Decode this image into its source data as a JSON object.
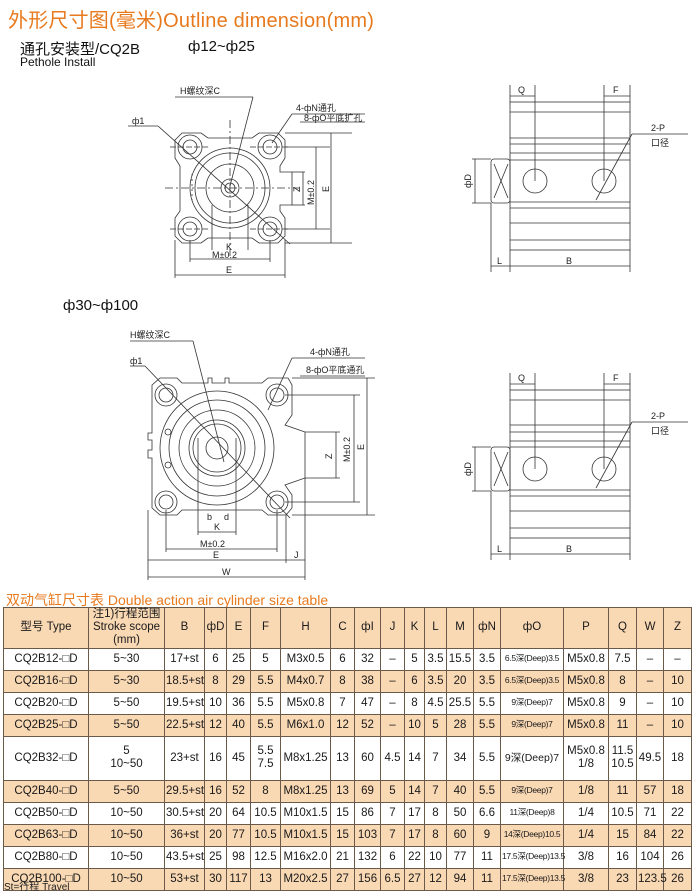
{
  "header": {
    "title": "外形尺寸图(毫米)Outline dimension(mm)",
    "install_type": "通孔安装型/CQ2B",
    "install_type_en": "Pethole Install",
    "range_small": "ф12~ф25",
    "range_large": "ф30~ф100"
  },
  "drawing_small_front": {
    "label_thread": "H螺纹深C",
    "label_holes": "4-фN通孔",
    "label_counterbore": "8-фO平底扩孔",
    "label_phi1": "ф1",
    "dim_k": "K",
    "dim_m": "M±0.2",
    "dim_e": "E",
    "dim_z": "Z"
  },
  "drawing_small_side": {
    "dim_q": "Q",
    "dim_f": "F",
    "dim_d": "фD",
    "dim_l": "L",
    "dim_b": "B",
    "port_label": "2-P",
    "port_caption": "口径"
  },
  "drawing_large_front": {
    "label_thread": "H螺纹深C",
    "label_holes": "4-фN通孔",
    "label_counterbore": "8-фO平底通孔",
    "label_phi1": "ф1",
    "dim_b": "b",
    "dim_d": "d",
    "dim_k": "K",
    "dim_m": "M±0.2",
    "dim_e": "E",
    "dim_w": "W",
    "dim_j": "J",
    "dim_z": "Z"
  },
  "drawing_large_side": {
    "dim_q": "Q",
    "dim_f": "F",
    "dim_d": "фD",
    "dim_l": "L",
    "dim_b": "B",
    "port_label": "2-P",
    "port_caption": "口径"
  },
  "table": {
    "title": "双动气缸尺寸表 Double action air cylinder size table",
    "header_type": "型号 Type",
    "header_stroke_cn": "注1)行程范围",
    "header_stroke_en": "Stroke scope",
    "header_stroke_unit": "(mm)",
    "columns": [
      "B",
      "фD",
      "E",
      "F",
      "H",
      "C",
      "фI",
      "J",
      "K",
      "L",
      "M",
      "фN",
      "фO",
      "P",
      "Q",
      "W",
      "Z"
    ],
    "rows": [
      [
        "CQ2B12-□D",
        "5~30",
        "17+st",
        "6",
        "25",
        "5",
        "M3x0.5",
        "6",
        "32",
        "–",
        "5",
        "3.5",
        "15.5",
        "3.5",
        "6.5深(Deep)3.5",
        "M5x0.8",
        "7.5",
        "–",
        "–"
      ],
      [
        "CQ2B16-□D",
        "5~30",
        "18.5+st",
        "8",
        "29",
        "5.5",
        "M4x0.7",
        "8",
        "38",
        "–",
        "6",
        "3.5",
        "20",
        "3.5",
        "6.5深(Deep)3.5",
        "M5x0.8",
        "8",
        "–",
        "10"
      ],
      [
        "CQ2B20-□D",
        "5~50",
        "19.5+st",
        "10",
        "36",
        "5.5",
        "M5x0.8",
        "7",
        "47",
        "–",
        "8",
        "4.5",
        "25.5",
        "5.5",
        "9深(Deep)7",
        "M5x0.8",
        "9",
        "–",
        "10"
      ],
      [
        "CQ2B25-□D",
        "5~50",
        "22.5+st",
        "12",
        "40",
        "5.5",
        "M6x1.0",
        "12",
        "52",
        "–",
        "10",
        "5",
        "28",
        "5.5",
        "9深(Deep)7",
        "M5x0.8",
        "11",
        "–",
        "10"
      ],
      [
        "CQ2B32-□D",
        "5\n10~50",
        "23+st",
        "16",
        "45",
        "5.5\n7.5",
        "M8x1.25",
        "13",
        "60",
        "4.5",
        "14",
        "7",
        "34",
        "5.5",
        "9深(Deep)7",
        "M5x0.8\n1/8",
        "11.5\n10.5",
        "49.5",
        "18"
      ],
      [
        "CQ2B40-□D",
        "5~50",
        "29.5+st",
        "16",
        "52",
        "8",
        "M8x1.25",
        "13",
        "69",
        "5",
        "14",
        "7",
        "40",
        "5.5",
        "9深(Deep)7",
        "1/8",
        "11",
        "57",
        "18"
      ],
      [
        "CQ2B50-□D",
        "10~50",
        "30.5+st",
        "20",
        "64",
        "10.5",
        "M10x1.5",
        "15",
        "86",
        "7",
        "17",
        "8",
        "50",
        "6.6",
        "11深(Deep)8",
        "1/4",
        "10.5",
        "71",
        "22"
      ],
      [
        "CQ2B63-□D",
        "10~50",
        "36+st",
        "20",
        "77",
        "10.5",
        "M10x1.5",
        "15",
        "103",
        "7",
        "17",
        "8",
        "60",
        "9",
        "14深(Deep)10.5",
        "1/4",
        "15",
        "84",
        "22"
      ],
      [
        "CQ2B80-□D",
        "10~50",
        "43.5+st",
        "25",
        "98",
        "12.5",
        "M16x2.0",
        "21",
        "132",
        "6",
        "22",
        "10",
        "77",
        "11",
        "17.5深(Deep)13.5",
        "3/8",
        "16",
        "104",
        "26"
      ],
      [
        "CQ2B100-□D",
        "10~50",
        "53+st",
        "30",
        "117",
        "13",
        "M20x2.5",
        "27",
        "156",
        "6.5",
        "27",
        "12",
        "94",
        "11",
        "17.5深(Deep)13.5",
        "3/8",
        "23",
        "123.5",
        "26"
      ]
    ]
  },
  "footnote": "St=行程 Travel",
  "colors": {
    "accent_orange": "#e87a1e",
    "row_highlight": "#f9d8b4",
    "border": "#6b5a4a"
  }
}
